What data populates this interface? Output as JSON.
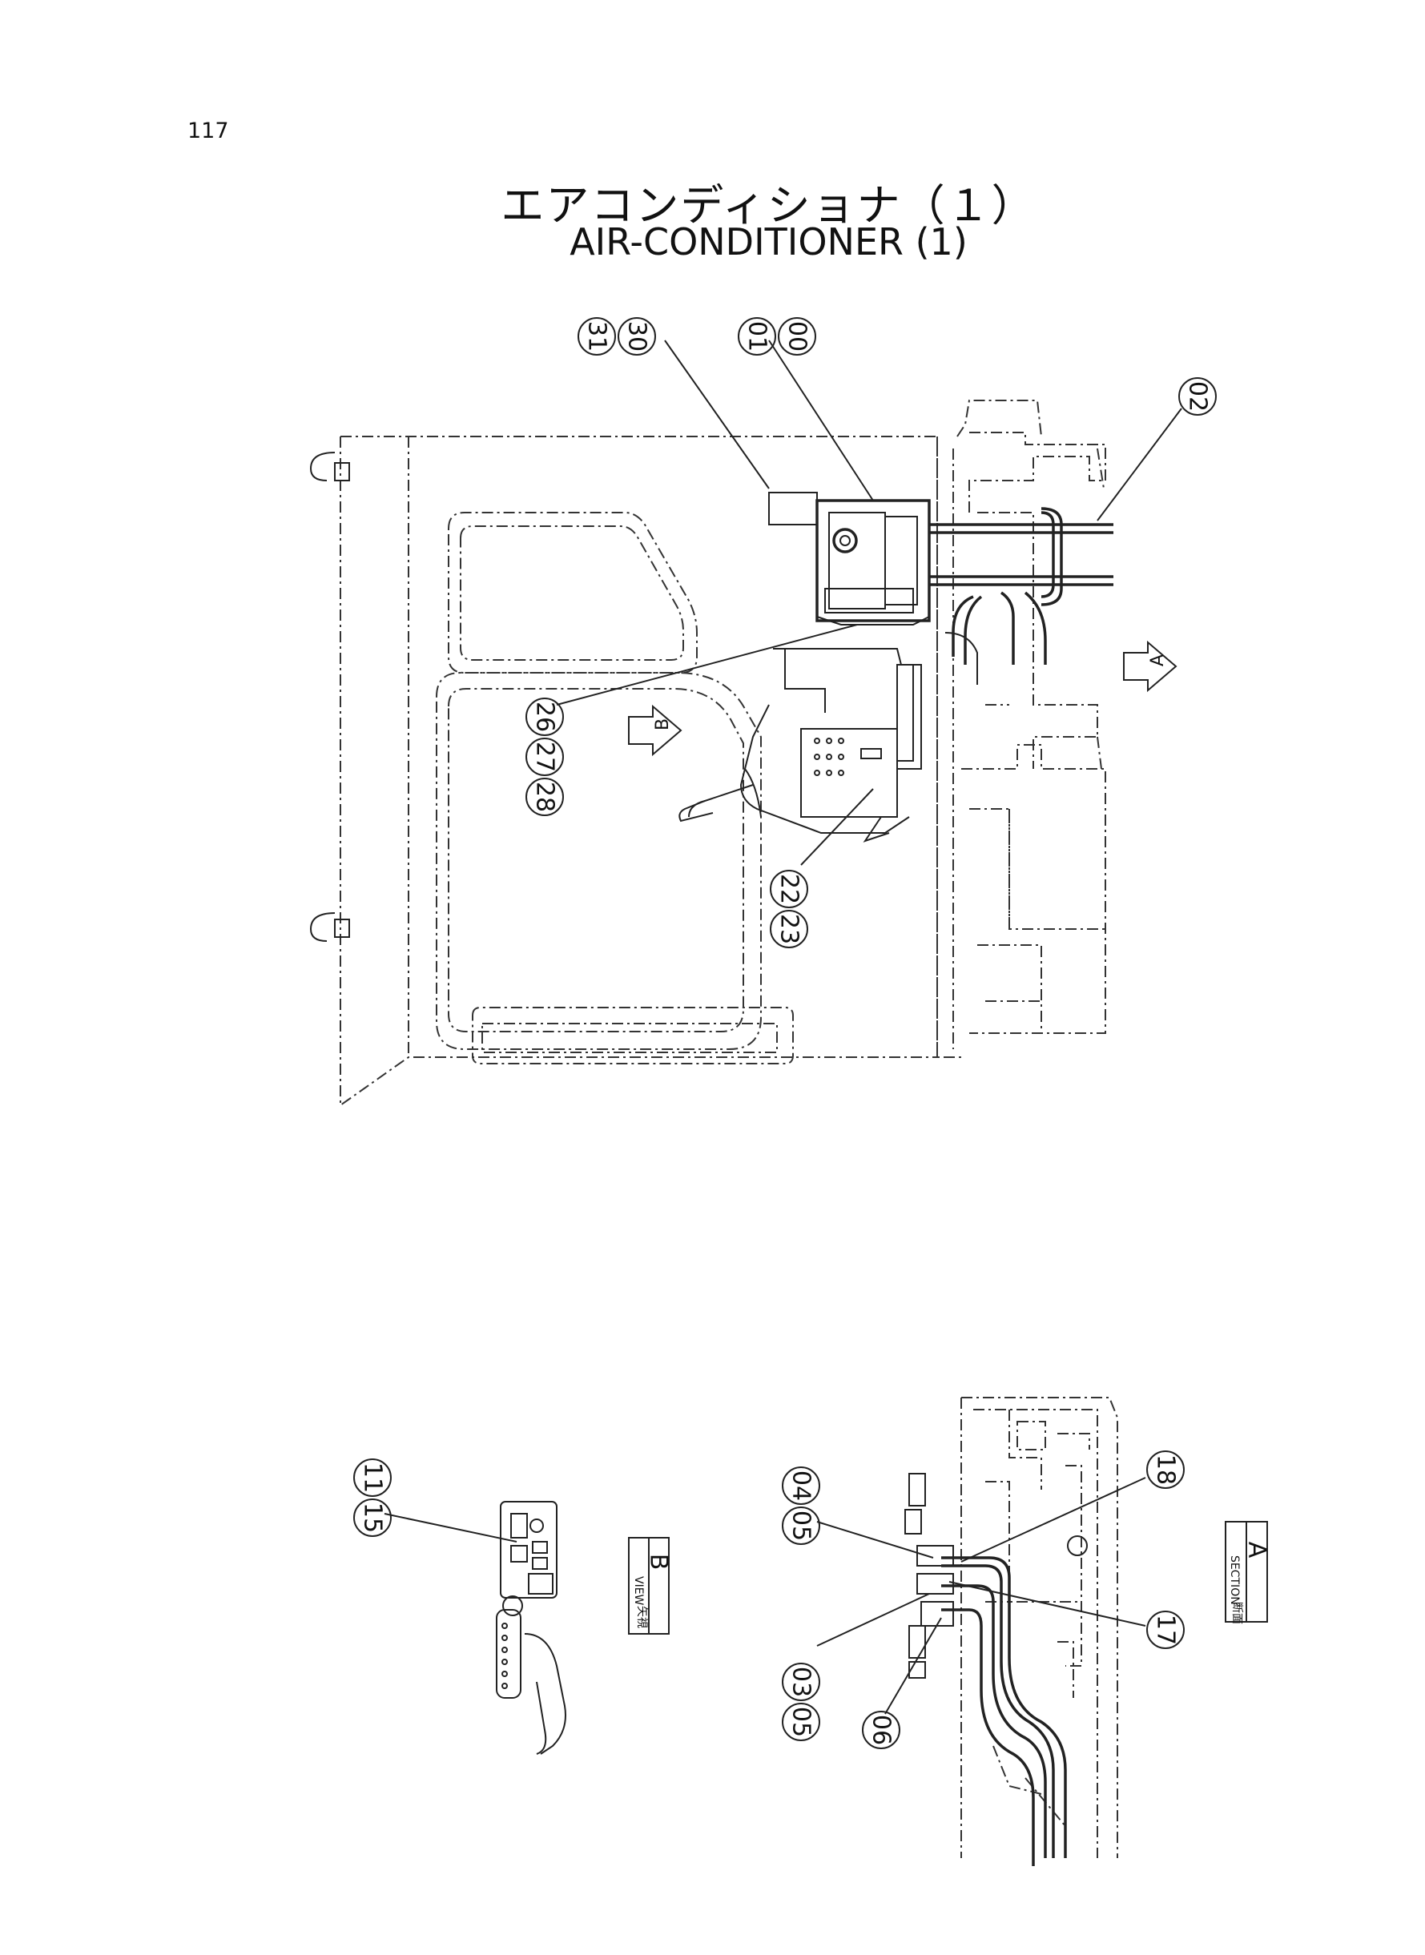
{
  "page_number": "117",
  "title": {
    "japanese": "エアコンディショナ（１）",
    "english": "AIR-CONDITIONER (1)"
  },
  "callouts": {
    "c31": "31",
    "c30": "30",
    "c01": "01",
    "c00": "00",
    "c02": "02",
    "c26": "26",
    "c27": "27",
    "c28": "28",
    "c22": "22",
    "c23": "23",
    "c11": "11",
    "c15": "15",
    "c04": "04",
    "c05a": "05",
    "c18": "18",
    "c17": "17",
    "c05b": "05",
    "c03": "03",
    "c06": "06"
  },
  "view_labels": {
    "arrow_a": "A",
    "arrow_b": "B",
    "view_b_jp": "矢視",
    "view_b_en": "VIEW",
    "view_b_letter": "B",
    "section_a_jp": "断面",
    "section_a_en": "SECTION",
    "section_a_letter": "A"
  }
}
